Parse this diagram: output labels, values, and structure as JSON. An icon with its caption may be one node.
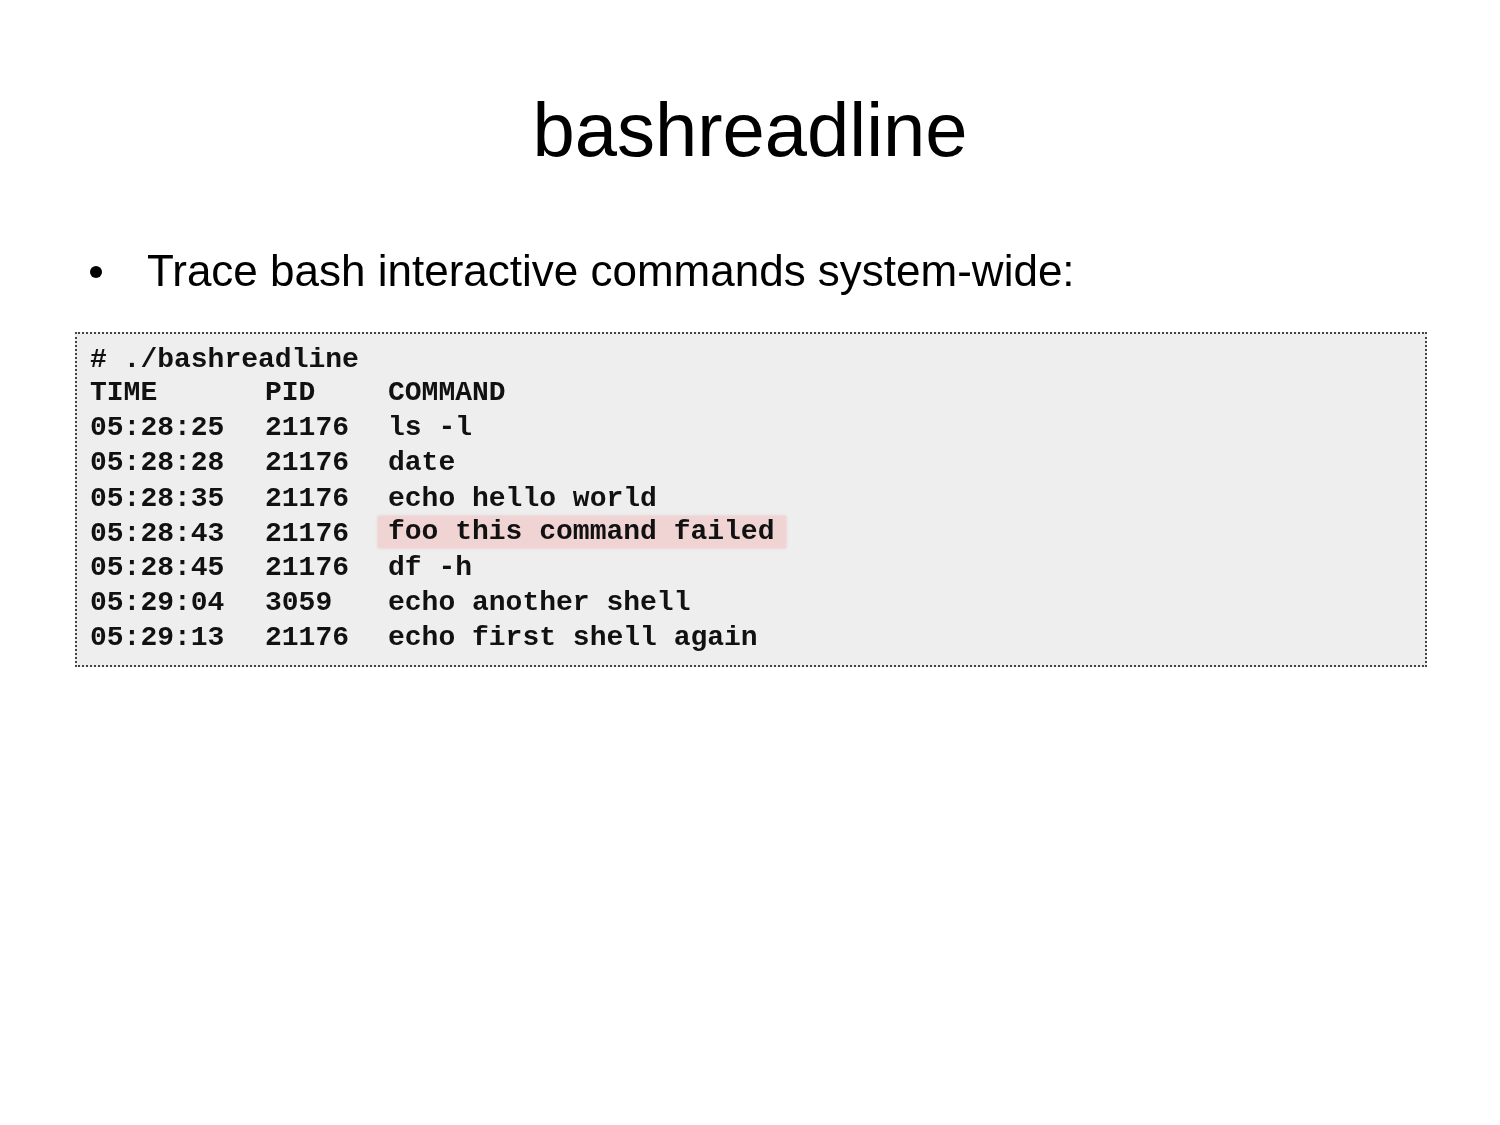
{
  "diagram": {
    "title": "bashreadline",
    "labels": [
      "Trace bash interactive commands system-wide:",
      "# ./bashreadline",
      "TIME",
      "PID",
      "COMMAND",
      "05:28:25",
      "21176",
      "ls -l",
      "05:28:28",
      "21176",
      "date",
      "05:28:35",
      "21176",
      "echo hello world",
      "05:28:43",
      "21176",
      "foo this command failed",
      "05:28:45",
      "21176",
      "df -h",
      "05:29:04",
      "3059",
      "echo another shell",
      "05:29:13",
      "21176",
      "echo first shell again"
    ]
  }
}
